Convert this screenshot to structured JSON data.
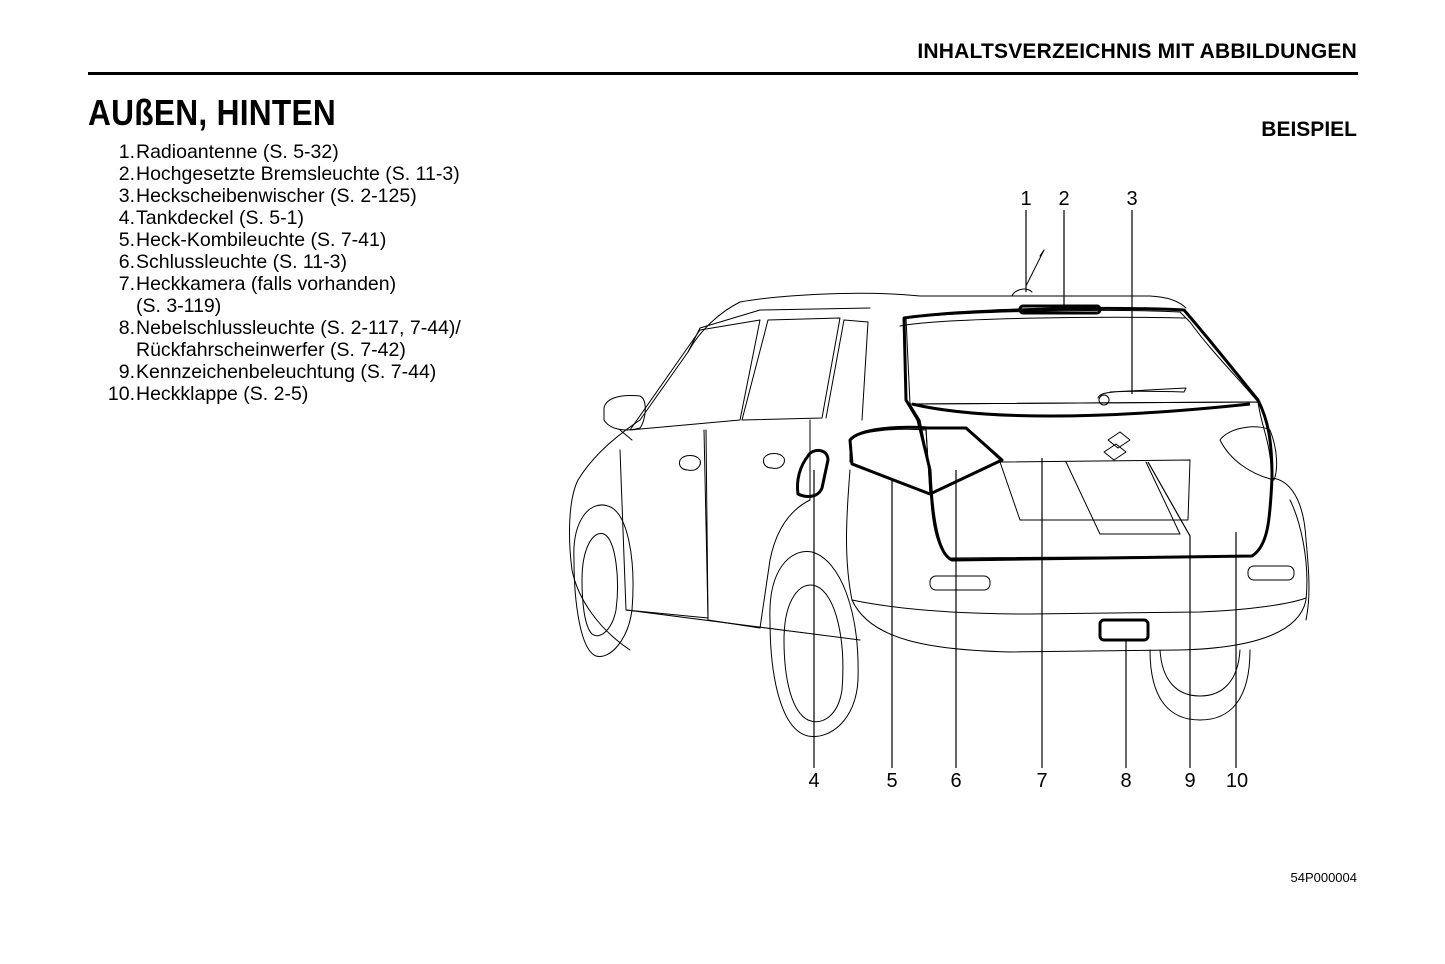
{
  "header": {
    "section_title": "INHALTSVERZEICHNIS MIT ABBILDUNGEN"
  },
  "page_title": "AUßEN, HINTEN",
  "example_label": "BEISPIEL",
  "legend": [
    {
      "num": "1.",
      "lines": [
        "Radioantenne (S. 5-32)"
      ]
    },
    {
      "num": "2.",
      "lines": [
        "Hochgesetzte Bremsleuchte (S. 11-3)"
      ]
    },
    {
      "num": "3.",
      "lines": [
        "Heckscheibenwischer (S. 2-125)"
      ]
    },
    {
      "num": "4.",
      "lines": [
        "Tankdeckel (S. 5-1)"
      ]
    },
    {
      "num": "5.",
      "lines": [
        "Heck-Kombileuchte (S. 7-41)"
      ]
    },
    {
      "num": "6.",
      "lines": [
        "Schlussleuchte (S. 11-3)"
      ]
    },
    {
      "num": "7.",
      "lines": [
        "Heckkamera (falls vorhanden)",
        "(S. 3-119)"
      ]
    },
    {
      "num": "8.",
      "lines": [
        "Nebelschlussleuchte (S. 2-117, 7-44)/",
        "Rückfahrscheinwerfer (S. 7-42)"
      ]
    },
    {
      "num": "9.",
      "lines": [
        "Kennzeichenbeleuchtung (S. 7-44)"
      ]
    },
    {
      "num": "10.",
      "lines": [
        "Heckklappe (S. 2-5)"
      ]
    }
  ],
  "callouts": {
    "top": [
      "1",
      "2",
      "3"
    ],
    "bottom": [
      "4",
      "5",
      "6",
      "7",
      "8",
      "9",
      "10"
    ]
  },
  "image_code": "54P000004"
}
